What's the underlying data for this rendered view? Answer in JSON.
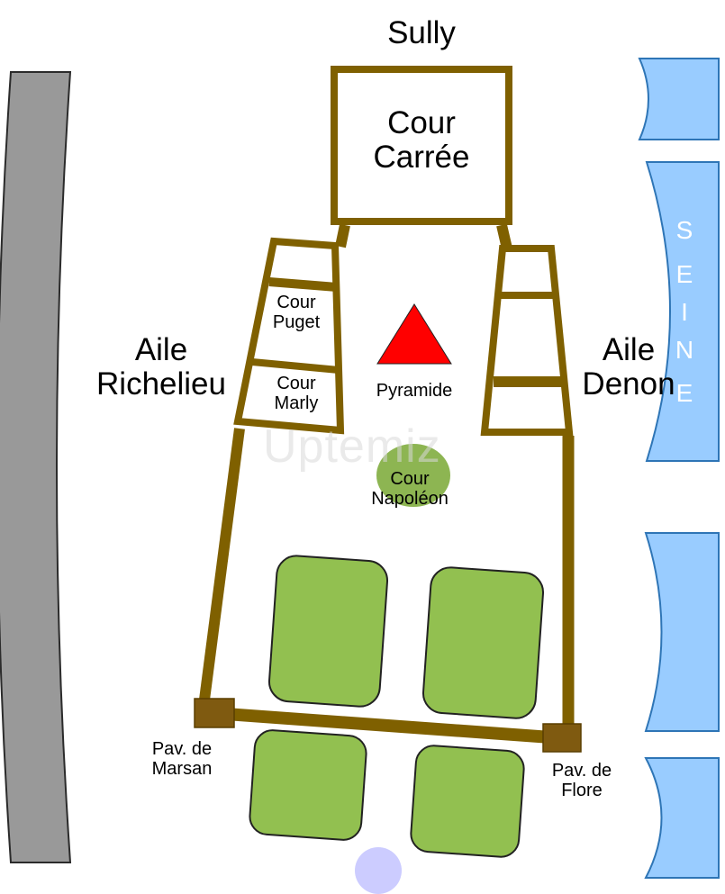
{
  "labels": {
    "sully": "Sully",
    "cour_carree_1": "Cour",
    "cour_carree_2": "Carrée",
    "aile_richelieu_1": "Aile",
    "aile_richelieu_2": "Richelieu",
    "aile_denon_1": "Aile",
    "aile_denon_2": "Denon",
    "cour_puget_1": "Cour",
    "cour_puget_2": "Puget",
    "cour_marly_1": "Cour",
    "cour_marly_2": "Marly",
    "pyramide": "Pyramide",
    "cour_napoleon_1": "Cour",
    "cour_napoleon_2": "Napoléon",
    "pav_marsan_1": "Pav. de",
    "pav_marsan_2": "Marsan",
    "pav_flore_1": "Pav. de",
    "pav_flore_2": "Flore"
  },
  "seine_letters": [
    "S",
    "E",
    "I",
    "N",
    "E"
  ],
  "watermark": "Uptemiz",
  "colors": {
    "building": "#7f6000",
    "pavilion": "#7f5a10",
    "garden": "#92c050",
    "river": "#99ccff",
    "river_edge": "#2e75b6",
    "rue": "#999999",
    "pyramid": "#ff0000",
    "napoleon_court": "#8db552",
    "carrousel": "#ccccff"
  }
}
